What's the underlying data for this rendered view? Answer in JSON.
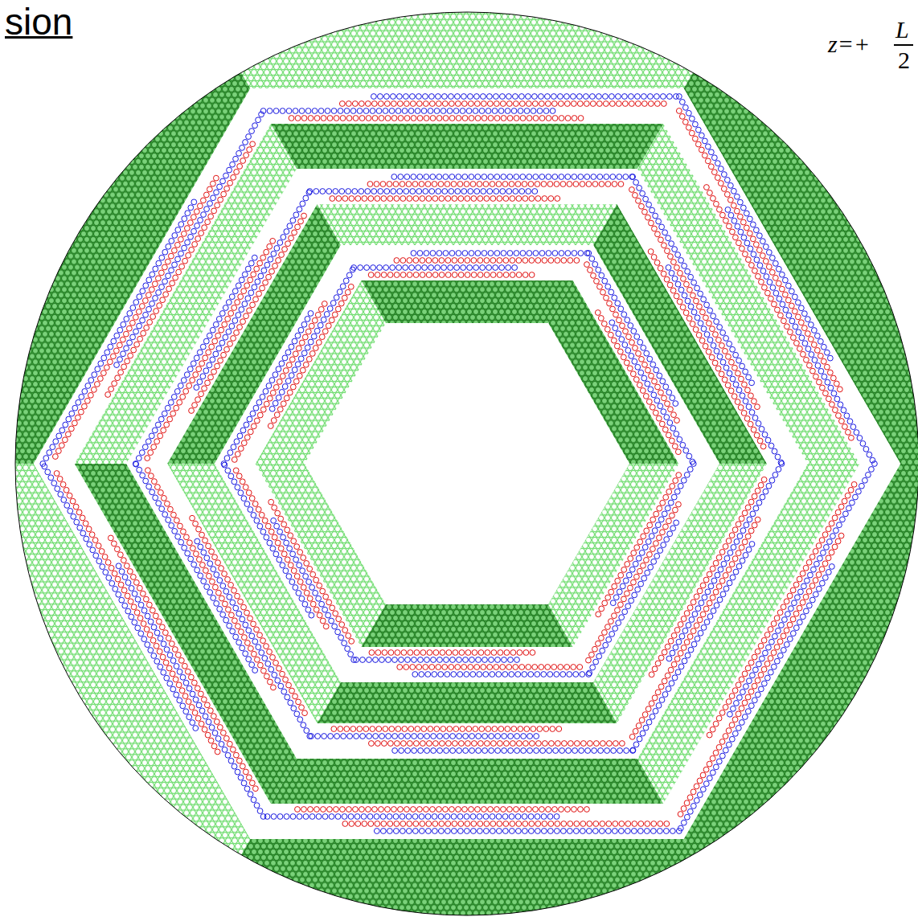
{
  "diagram": {
    "title": "sion",
    "labels": [
      "z=+",
      "L",
      "2"
    ]
  }
}
